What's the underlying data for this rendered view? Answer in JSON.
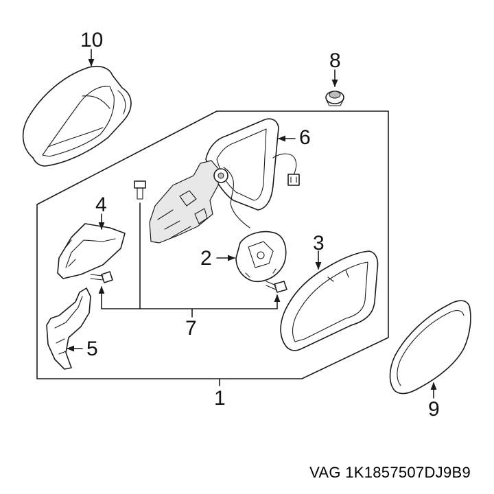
{
  "callouts": {
    "c1": "1",
    "c2": "2",
    "c3": "3",
    "c4": "4",
    "c5": "5",
    "c6": "6",
    "c7": "7",
    "c8": "8",
    "c9": "9",
    "c10": "10"
  },
  "caption": "VAG 1K1857507DJ9B9"
}
